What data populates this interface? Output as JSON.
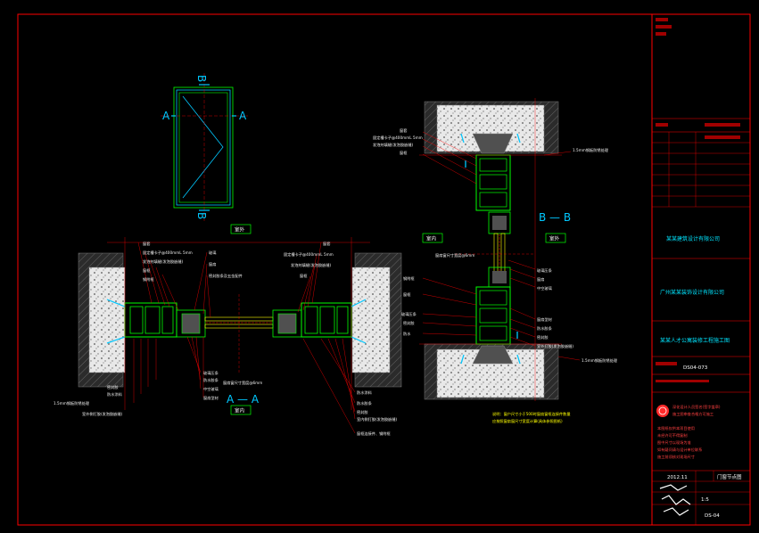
{
  "elevation": {
    "mark_a": "A",
    "mark_b": "B"
  },
  "section_aa": {
    "title": "A — A",
    "tag_outside": "室外",
    "tag_inside": "室内",
    "labels_top_left": [
      "窗套",
      "固定槽卡子@400mmL 5mm",
      "发泡剂填缝(发泡胶嵌缝)",
      "窗框",
      "钢附框"
    ],
    "labels_top_mid": [
      "玻璃",
      "窗扇",
      "密封胶条及五金配件"
    ],
    "labels_top_right": [
      "窗套",
      "固定槽卡子@400mmL 5mm",
      "发泡剂填缝(发泡胶嵌缝)",
      "窗框"
    ],
    "labels_bottom_left": [
      "1.5mm钢板防锈处理",
      "防水涂料",
      "密封胶",
      "室外侧打胶(发泡胶嵌缝)"
    ],
    "labels_bottom_mid": [
      "玻璃压条",
      "防水胶条",
      "中空玻璃",
      "窗扇型材"
    ],
    "labels_bottom_center": "窗扇窗尺寸宽度@6mm",
    "labels_bottom_right": [
      "防水涂料",
      "防水胶条",
      "密封胶",
      "室内侧打胶(发泡胶嵌缝)",
      "窗框连接件、钢附框"
    ]
  },
  "section_bb": {
    "title": "B — B",
    "tag_inside": "室内",
    "tag_outside": "室外",
    "labels_top": [
      "窗套",
      "固定槽卡子@400mmL 5mm",
      "发泡剂填缝(发泡胶嵌缝)",
      "窗框"
    ],
    "labels_right_top": "1.5mm钢板防锈处理",
    "labels_mid_left": [
      "窗扇窗尺寸宽度@6mm"
    ],
    "labels_mid_right": [
      "玻璃压条",
      "窗扇",
      "中空玻璃"
    ],
    "labels_low_left": [
      "钢附框",
      "窗框",
      "玻璃压条",
      "密封胶",
      "防水"
    ],
    "labels_low_right": [
      "窗扇型材",
      "防水胶条",
      "密封胶",
      "室外打胶(发泡胶嵌缝)"
    ],
    "labels_right_bottom": "1.5mm钢板防锈处理",
    "note_1": "说明：窗户尺寸小于500时窗扇窗框连接件数量",
    "note_2": "应按照窗扇窗尺寸宽度计算(具体参照图纸)"
  },
  "title_block": {
    "firm_1": "某某建筑设计有限公司",
    "firm_2": "广州某某装饰设计有限公司",
    "project": "某某人才公寓装修工程施工图",
    "drawing_no": "DS04-073",
    "red_block_1": "深化设计人员签名(签字盖章)",
    "red_block_2": "施工图审查合格方可施工",
    "red_lines": [
      "本图纸仅供本项目使用",
      "未经许可不得复制",
      "图中尺寸以现场为准",
      "如有疑问请与设计单位联系",
      "施工前须核对现场尺寸"
    ],
    "date": "2012.11",
    "sheet_title": "门窗节点图",
    "scale": "1:5",
    "sheet_no": "DS-04"
  },
  "colors": {
    "frame_green": "#00ff00",
    "cyan": "#00c8ff",
    "border_red": "#ff0000",
    "wall_grey": "#505050",
    "glass_yellow": "#ffff00"
  }
}
